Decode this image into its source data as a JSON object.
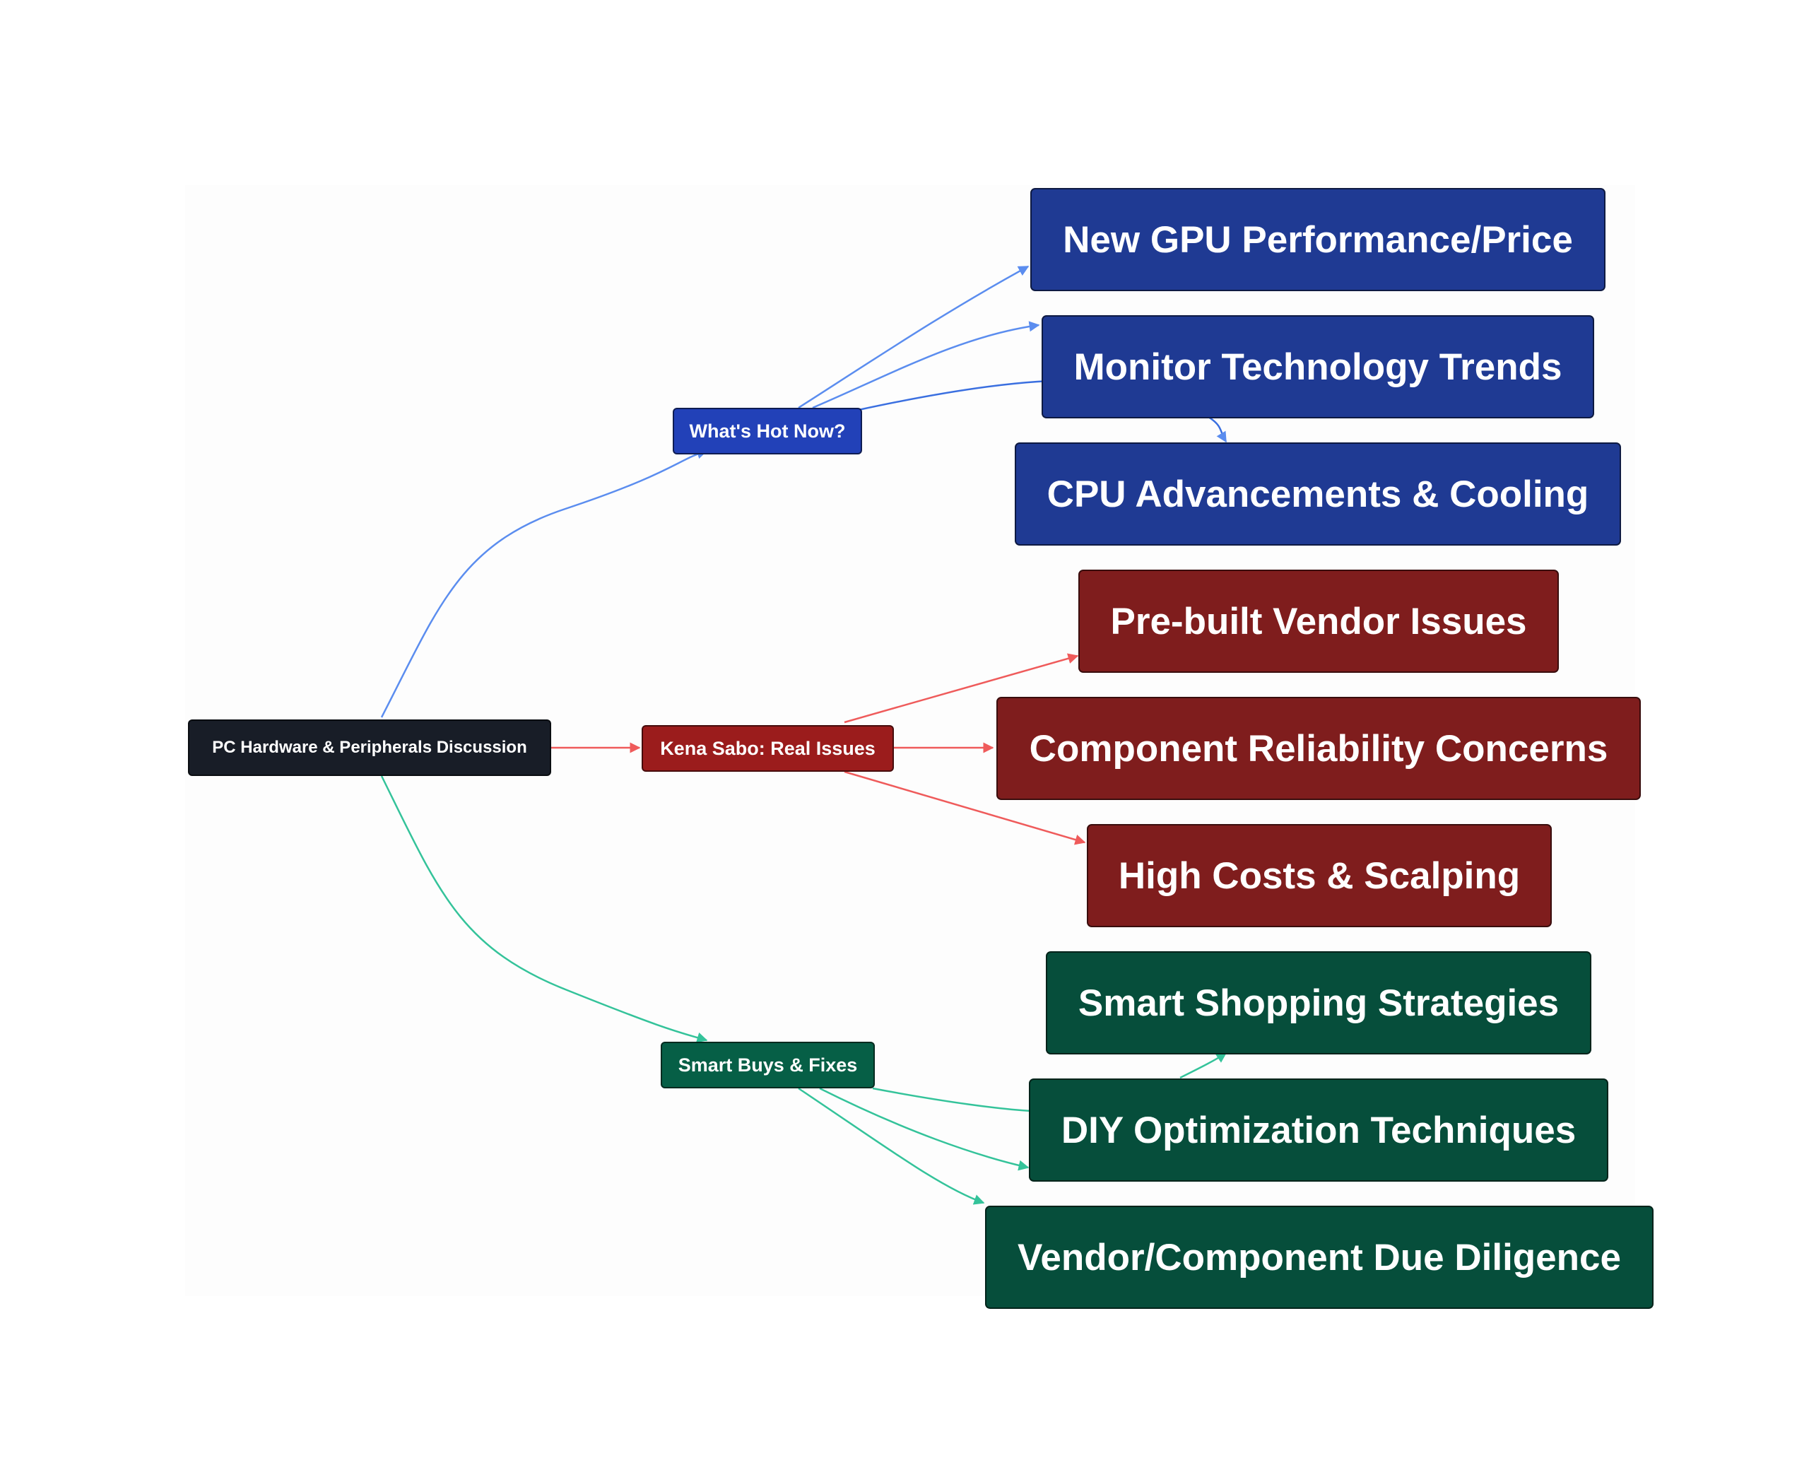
{
  "root": {
    "label": "PC Hardware & Peripherals Discussion"
  },
  "categories": [
    {
      "label": "What's Hot Now?",
      "color": "#2241b8",
      "edge_color": "#5b8def",
      "children": [
        "New GPU Performance/Price",
        "Monitor Technology Trends",
        "CPU Advancements & Cooling"
      ]
    },
    {
      "label": "Kena Sabo: Real Issues",
      "color": "#9b1c1c",
      "edge_color": "#ef5b5b",
      "children": [
        "Pre-built Vendor Issues",
        "Component Reliability Concerns",
        "High Costs & Scalping"
      ]
    },
    {
      "label": "Smart Buys & Fixes",
      "color": "#065f46",
      "edge_color": "#34c39a",
      "children": [
        "Smart Shopping Strategies",
        "DIY Optimization Techniques",
        "Vendor/Component Due Diligence"
      ]
    }
  ]
}
